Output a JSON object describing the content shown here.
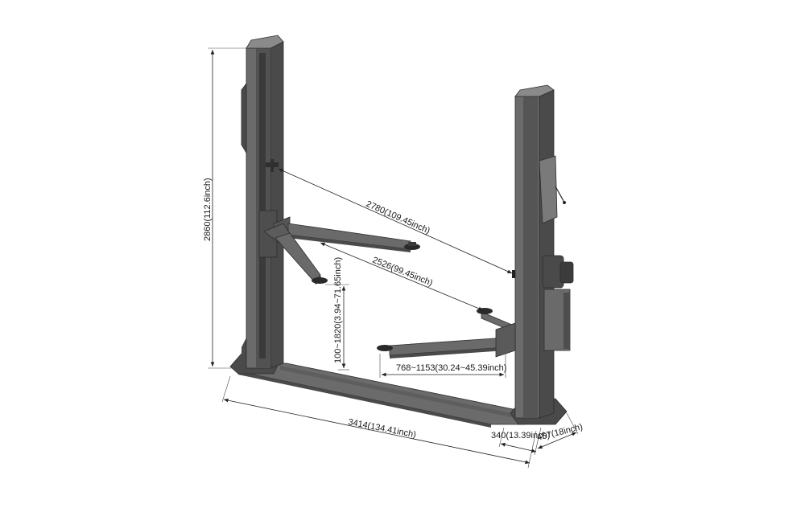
{
  "dimensions": {
    "height_total": "2860(112.6inch)",
    "diagonal_top": "2780(109.45inch)",
    "diagonal_arm": "2526(99.45inch)",
    "lift_height": "100~1820(3.94~71.65inch)",
    "arm_reach": "768~1153(30.24~45.39inch)",
    "overall_width": "3414(134.41inch)",
    "base_depth": "340(13.39inch)",
    "base_width": "457(18inch)"
  },
  "colors": {
    "post": "#5a5a5a",
    "post_shadow": "#3c3c3c",
    "post_highlight": "#8a8a8a",
    "dimension_line": "#222222",
    "background": "#ffffff"
  },
  "icons": {
    "pad": "lift-pad-icon",
    "motor": "hydraulic-motor-icon"
  }
}
